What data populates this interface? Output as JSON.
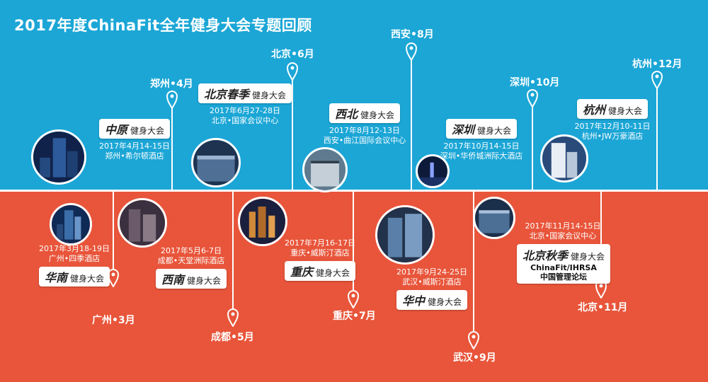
{
  "title": "2017年度ChinaFit全年健身大会专题回顾",
  "colors": {
    "top_bg": "#1ba6d6",
    "bottom_bg": "#e8553a",
    "line": "#ffffff"
  },
  "events": [
    {
      "id": "guangzhou",
      "city": "广州•3月",
      "date": "2017年3月18-19日",
      "venue": "广州•四季酒店",
      "brand": "华南",
      "suffix": "健身大会"
    },
    {
      "id": "zhengzhou",
      "city": "郑州•4月",
      "date": "2017年4月14-15日",
      "venue": "郑州•希尔顿酒店",
      "brand": "中原",
      "suffix": "健身大会"
    },
    {
      "id": "chengdu",
      "city": "成都•5月",
      "date": "2017年5月6-7日",
      "venue": "成都•天堂洲际酒店",
      "brand": "西南",
      "suffix": "健身大会"
    },
    {
      "id": "beijing-spring",
      "city": "北京•6月",
      "date": "2017年6月27-28日",
      "venue": "北京•国家会议中心",
      "brand": "北京春季",
      "suffix": "健身大会"
    },
    {
      "id": "chongqing",
      "city": "重庆•7月",
      "date": "2017年7月16-17日",
      "venue": "重庆•威斯汀酒店",
      "brand": "重庆",
      "suffix": "健身大会"
    },
    {
      "id": "xian",
      "city": "西安•8月",
      "date": "2017年8月12-13日",
      "venue": "西安•曲江国际会议中心",
      "brand": "西北",
      "suffix": "健身大会"
    },
    {
      "id": "wuhan",
      "city": "武汉•9月",
      "date": "2017年9月24-25日",
      "venue": "武汉•威斯汀酒店",
      "brand": "华中",
      "suffix": "健身大会"
    },
    {
      "id": "shenzhen",
      "city": "深圳•10月",
      "date": "2017年10月14-15日",
      "venue": "深圳•华侨城洲际大酒店",
      "brand": "深圳",
      "suffix": "健身大会"
    },
    {
      "id": "beijing-autumn",
      "city": "北京•11月",
      "date": "2017年11月14-15日",
      "venue": "北京•国家会议中心",
      "brand": "北京秋季",
      "suffix": "健身大会",
      "extra1": "ChinaFit/IHRSA",
      "extra2": "中国管理论坛"
    },
    {
      "id": "hangzhou",
      "city": "杭州•12月",
      "date": "2017年12月10-11日",
      "venue": "杭州•JW万豪酒店",
      "brand": "杭州",
      "suffix": "健身大会"
    }
  ]
}
